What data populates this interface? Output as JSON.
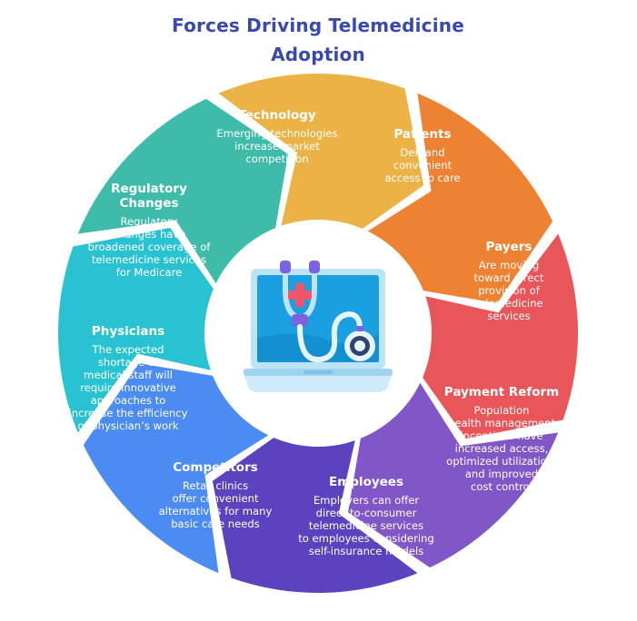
{
  "title_lines": [
    "Forces Driving Telemedicine",
    "Adoption"
  ],
  "segments": [
    {
      "id": "technology",
      "title_lines": [
        "Technology"
      ],
      "desc_lines": [
        "Emerging technologies",
        "increase market",
        "competition"
      ],
      "color": "#3ebca9"
    },
    {
      "id": "patients",
      "title_lines": [
        "Patients"
      ],
      "desc_lines": [
        "Demand",
        "convenient",
        "access to care"
      ],
      "color": "#ebb245"
    },
    {
      "id": "payers",
      "title_lines": [
        "Payers"
      ],
      "desc_lines": [
        "Are moving",
        "toward direct",
        "provision of",
        "telemedicine",
        "services"
      ],
      "color": "#ec8232"
    },
    {
      "id": "payment-reform",
      "title_lines": [
        "Payment Reform"
      ],
      "desc_lines": [
        "Population",
        "health management",
        "incentives have",
        "increased access,",
        "optimized utilization,",
        "and improved",
        "cost control"
      ],
      "color": "#e95659"
    },
    {
      "id": "employees",
      "title_lines": [
        "Employees"
      ],
      "desc_lines": [
        "Employers can offer",
        "direct-to-consumer",
        "telemedicine services",
        "to employees considering",
        "self-insurance models"
      ],
      "color": "#8156c6"
    },
    {
      "id": "competitors",
      "title_lines": [
        "Competitors"
      ],
      "desc_lines": [
        "Retail clinics",
        "offer convenient",
        "alternatives for many",
        "basic care needs"
      ],
      "color": "#5b43c0"
    },
    {
      "id": "physicians",
      "title_lines": [
        "Physicians"
      ],
      "desc_lines": [
        "The expected",
        "shortage of",
        "medical staff will",
        "require innovative",
        "approaches to",
        "increase the efficiency",
        "of physician’s work"
      ],
      "color": "#4c8cf2"
    },
    {
      "id": "regulatory-changes",
      "title_lines": [
        "Regulatory",
        "Changes"
      ],
      "desc_lines": [
        "Regulatory",
        "changes have",
        "broadened coverage of",
        "telemedicine services",
        "for Medicare"
      ],
      "color": "#29c2d2"
    }
  ],
  "colors": {
    "title": "#3949b0",
    "center": "#ffffff",
    "laptop_screen": "#1aa0e0",
    "laptop_frame": "#bde3f7",
    "stethoscope": "#7a62e0",
    "cross": "#f0566a"
  },
  "icons": [
    "laptop-icon",
    "stethoscope-icon",
    "medical-cross-icon"
  ]
}
